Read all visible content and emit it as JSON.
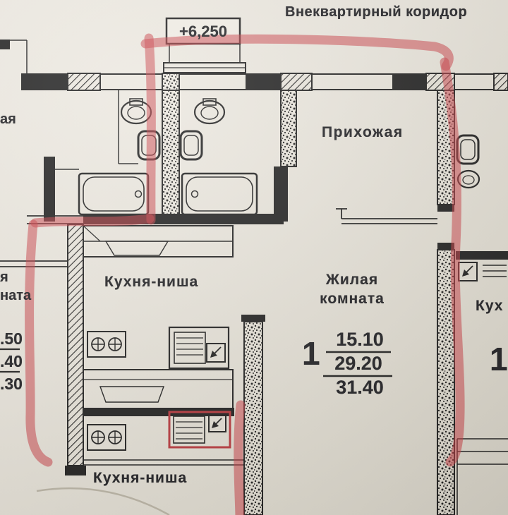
{
  "colors": {
    "paper": "#e8e4db",
    "ink": "#1a1a1a",
    "marker": "#c63b42",
    "sink_highlight": "#b53238"
  },
  "top": {
    "corridor_label": "Внеквартирный коридор",
    "elevation_mark": "+6,250"
  },
  "rooms": {
    "hallway": "Прихожая",
    "kitchen_niche_upper": "Кухня-ниша",
    "kitchen_niche_lower": "Кухня-ниша",
    "living_line1": "Жилая",
    "living_line2": "комната",
    "right_kitchen_partial": "Кух",
    "left_partial_top": "ая",
    "left_partial_mid1": "я",
    "left_partial_mid2": "ната"
  },
  "unit_main": {
    "number": "1",
    "living_area": "15.10",
    "apartment_area": "29.20",
    "total_area": "31.40"
  },
  "unit_right": {
    "number": "1"
  },
  "unit_left_partial": {
    "line1": ".50",
    "line2": ".40",
    "line3": ".30"
  }
}
